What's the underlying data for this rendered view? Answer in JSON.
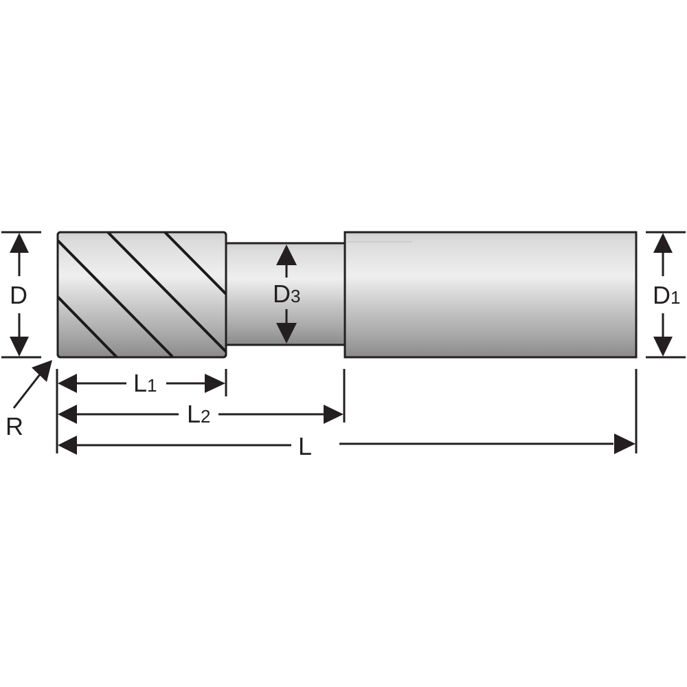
{
  "diagram": {
    "type": "technical-drawing",
    "subject": "end mill with reduced neck",
    "labels": {
      "D": {
        "main": "D",
        "sub": ""
      },
      "D1": {
        "main": "D",
        "sub": "1"
      },
      "D3": {
        "main": "D",
        "sub": "3"
      },
      "L": {
        "main": "L",
        "sub": ""
      },
      "L1": {
        "main": "L",
        "sub": "1"
      },
      "L2": {
        "main": "L",
        "sub": "2"
      },
      "R": {
        "main": "R",
        "sub": ""
      }
    },
    "colors": {
      "line": "#231f20",
      "body_light": "#efefef",
      "body_dark": "#8c8c8c",
      "background": "#ffffff"
    }
  }
}
